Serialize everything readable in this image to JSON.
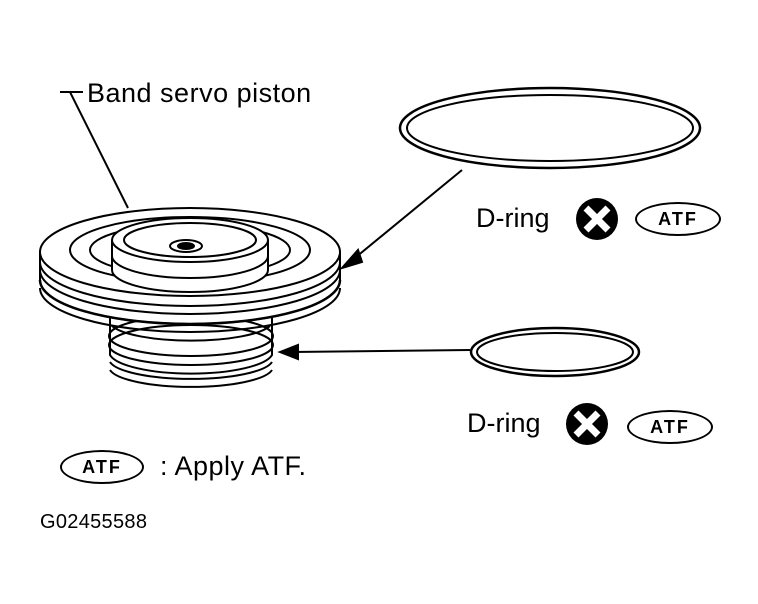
{
  "diagram": {
    "part_label": "Band servo piston",
    "seal_label": "D-ring",
    "seal_label_lower": "D-ring",
    "atf_tag": "ATF",
    "legend_tag": "ATF",
    "legend_text": ": Apply ATF.",
    "figure_id": "G02455588",
    "symbols": {
      "non_reusable": "x-circle-icon"
    }
  }
}
